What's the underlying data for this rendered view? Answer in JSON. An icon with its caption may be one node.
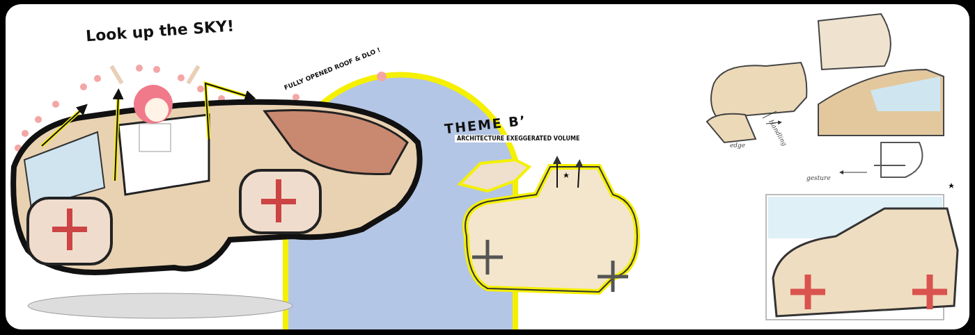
{
  "diagram": {
    "title": "Look up the SKY!",
    "labels": [
      "FULLY OPENED ROOF & DLO !",
      "THEME B’",
      "ARCHITECTURE EXEGGERATED VOLUME",
      "edge",
      "Handling",
      "gesture"
    ]
  }
}
